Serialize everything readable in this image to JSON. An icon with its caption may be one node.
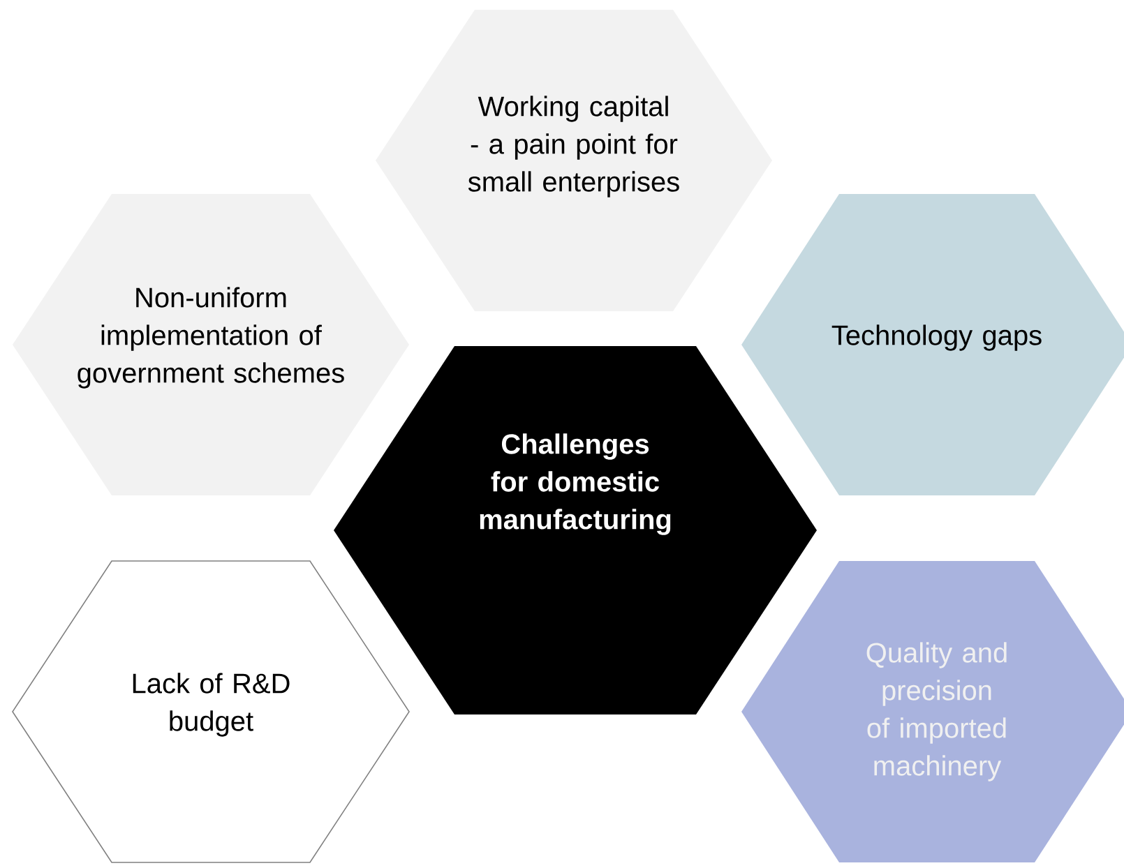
{
  "diagram": {
    "nodes": [
      {
        "text": [
          "Working capital - a pain point for small enterprises"
        ]
      },
      {
        "text": [
          "Non-uniform implementation of government schemes"
        ]
      },
      {
        "text": [
          "Technology gaps"
        ]
      },
      {
        "text": [
          "Challenges for domestic manufacturing"
        ]
      },
      {
        "text": [
          "Lack of R&D budget"
        ]
      },
      {
        "text": [
          "Quality and precision of imported machinery"
        ]
      }
    ]
  }
}
